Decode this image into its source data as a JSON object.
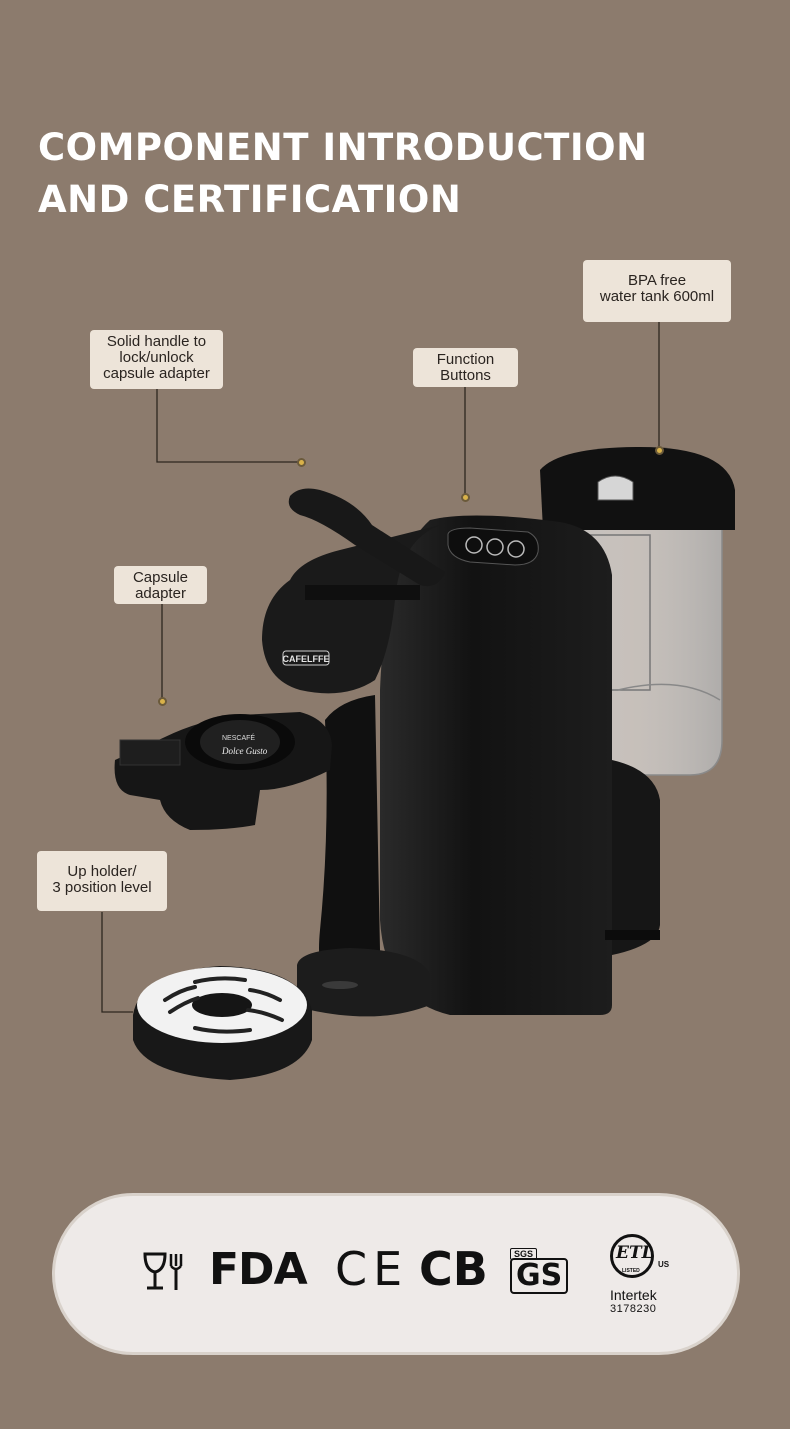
{
  "title": {
    "line1": "COMPONENT INTRODUCTION",
    "line2": "AND CERTIFICATION"
  },
  "labels": {
    "handle": {
      "line1": "Solid handle to",
      "line2": "lock/unlock",
      "line3": "capsule adapter"
    },
    "buttons": {
      "line1": "Function",
      "line2": "Buttons"
    },
    "tank": {
      "line1": "BPA free",
      "line2": "water tank 600ml"
    },
    "adapter": {
      "line1": "Capsule",
      "line2": "adapter"
    },
    "holder": {
      "line1": "Up holder/",
      "line2": "3 position level"
    }
  },
  "product": {
    "brand": "CAFELFFE",
    "capsule_brand_top": "NESCAFÉ",
    "capsule_brand_main": "Dolce Gusto"
  },
  "certifications": {
    "fda": "FDA",
    "ce": "CE",
    "cb": "CB",
    "sgs": "SGS",
    "gs": "GS",
    "etl": "ETL",
    "etl_listed": "LISTED",
    "etl_us": "US",
    "intertek": "Intertek",
    "intertek_no": "3178230"
  },
  "colors": {
    "background": "#8c7b6d",
    "label_bg": "#ede4d9",
    "dot": "#d9b24a",
    "machine": "#141414"
  }
}
